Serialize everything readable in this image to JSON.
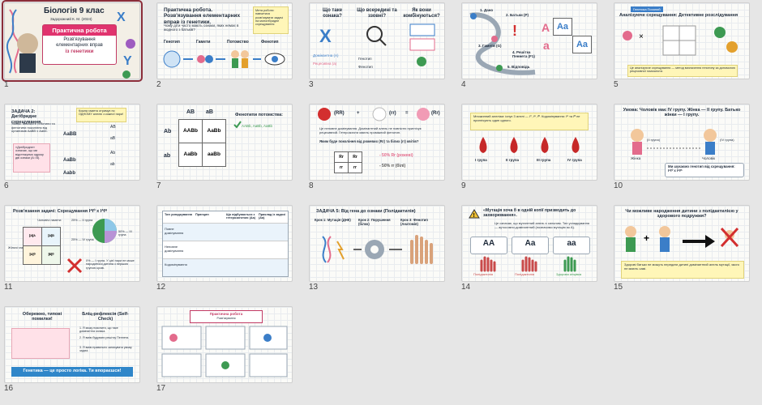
{
  "slides": [
    {
      "number": "1",
      "title": "Біологія 9 клас",
      "subtitle": "Практична робота",
      "lines": [
        "Розв'язування",
        "елементарних вправ",
        "із генетики"
      ],
      "ref": "Задорожний К. М. (2024)"
    },
    {
      "number": "2",
      "title": "Практична робота. Розв'язування елементарних вправ із генетики.",
      "question": "Чому діти часто мають ознаки, яких немає в жодного з батьків?",
      "labels": [
        "Генотип",
        "Гамети",
        "Потомство",
        "Фенотип"
      ],
      "note": "Мета роботи: навчитися розв'язувати задачі на моногібридне схрещування"
    },
    {
      "number": "3",
      "columns": [
        "Що таке ознака?",
        "Що всередині та ззовні?",
        "Як вони комбінуються?"
      ],
      "labels": [
        "Домінантна (А)",
        "Рецесивна (а)",
        "Генотип",
        "Фенотип"
      ]
    },
    {
      "number": "4",
      "steps": [
        "1. Дано",
        "2. Батьки (Р)",
        "3. Гамети (G)",
        "4. Решітка Пеннета (F1)",
        "5. Відповідь"
      ],
      "cells": [
        "A",
        "Aa",
        "a",
        "Aa"
      ]
    },
    {
      "number": "5",
      "title": "Аналізуюче схрещування: Детективне розслідування",
      "badge": "Генетика Поханий",
      "footer": "Це аналізуюче схрещування — метод визначення генотипу за допомогою рецесивної гомозиготи."
    },
    {
      "number": "6",
      "title": "ЗАДАЧА 2: Дигібридне схрещування.",
      "text": "Умова: Визначте генотипи та фенотипи покоління від організмів AaBB х Aabb.",
      "callout": "Кожна гамета отримує по ОДНОМУ алелю з кожної пари!",
      "question": "«Дигібридне» означає, що ми відстежуємо одразу дві ознаки (A і B).",
      "genotypes": [
        "AaBB",
        "AaBb",
        "Aabb",
        "AB",
        "aB",
        "Ab",
        "ab"
      ]
    },
    {
      "number": "7",
      "headers": [
        "AB",
        "aB"
      ],
      "rows": [
        "Ab",
        "ab"
      ],
      "cells": [
        "AABb",
        "AaBb",
        "AaBb",
        "aaBb"
      ],
      "title": "Фенотипи потомства:",
      "result": "AABb, AaBb, AaBb"
    },
    {
      "number": "8",
      "formula": [
        "(RR)",
        "+",
        "(rr)",
        "=",
        "(Rr)"
      ],
      "text": "Це неповне домінування. Домінантний алель не повністю пригнічує рецесивний. Гетерозиготи мають проміжний фенотип.",
      "question": "Яким буде покоління від рожевих (Rr) та білих (rr) квітів?",
      "results": [
        "- 50% Rr (рожеві)",
        "- 50% rr (білі)"
      ]
    },
    {
      "number": "9",
      "groups": [
        "I група",
        "II група",
        "III група",
        "IV група"
      ],
      "text": "Множинний алелізм: існує 3 алелі — I⁰, Iᴬ, Iᴮ. Кодомінування: Iᴬ та Iᴮ не пригнічують один одного."
    },
    {
      "number": "10",
      "title": "Умова: Чоловік має IV групу. Жінка — II групу. Батько жінки — I групу.",
      "labels": [
        "Жінка",
        "Чоловік",
        "(IV група)",
        "(II група)"
      ],
      "question": "Ми шукаємо генотип від схрещування: IᴬI⁰ x IᴬIᴮ"
    },
    {
      "number": "11",
      "title": "Розв'язання задачі: Схрещування IᴬI⁰ x IᴬIᴮ",
      "labels": [
        "Чоловічі гамети:",
        "Жіночі гамети"
      ],
      "cells": [
        "IᴬIᴬ",
        "IᴬIᴮ",
        "IᴬI⁰",
        "IᴮI⁰"
      ],
      "stats": [
        "25% — II група",
        "25% — IV група",
        "50% — III група"
      ],
      "footer": "0% — I група. У цієї пари не може народитися дитина з першою групою крові."
    },
    {
      "number": "12",
      "headers": [
        "Тип успадкування",
        "Принцип",
        "Що відбувається з гетерозиготою (Aa)",
        "Приклад із задачі (Aa)"
      ],
      "rows": [
        "Повне домінування",
        "Неповне домінування",
        "Кодомінування"
      ]
    },
    {
      "number": "13",
      "title": "ЗАДАЧА 5: Від гена до ознаки (Полідактилія)",
      "steps": [
        "Крок 1: Мутація (ДНК)",
        "Крок 2: Порушення (білок)",
        "Крок 3: Фенотип (Анатомія)"
      ]
    },
    {
      "number": "14",
      "title": "«Мутація хоча б в одній копії призводить до захворювання».",
      "text": "Це означає, що мутантний алель є сильним. Тип успадкування — аутосомно-домінантний (позначимо мутацію як А).",
      "genotypes": [
        "AA",
        "Aa",
        "aa"
      ],
      "captions": [
        "Полідактилія",
        "Полідактилія",
        "Здорова кінцівка"
      ]
    },
    {
      "number": "15",
      "title": "Чи можливе народження дитини з полідактилією у здорового подружжя?",
      "footer": "Здорові батьки не можуть передати дитині домінантний алель мутації, якого не мають самі."
    },
    {
      "number": "16",
      "title": "Обережно, типові помилки!",
      "check": "Бліц-рефлексія (Self-Check)",
      "items": [
        "1. Я можу пояснити, що таке домінантна ознака.",
        "2. Я вмію будувати решітку Пеннета.",
        "3. Я вмію правильно записувати умову задачі."
      ],
      "footer": "Генетика — це просто логіка. Ти впораєшся!"
    },
    {
      "number": "17",
      "title": "Практична робота",
      "lines": [
        "Розв'язування",
        "елементарних вправ"
      ]
    }
  ],
  "selected_index": "1",
  "colors": {
    "accent": "#8b2d3a",
    "title_band": "#e0336e",
    "blue": "#3b7ec8",
    "green": "#3d9a52",
    "pink": "#e36b8c"
  }
}
